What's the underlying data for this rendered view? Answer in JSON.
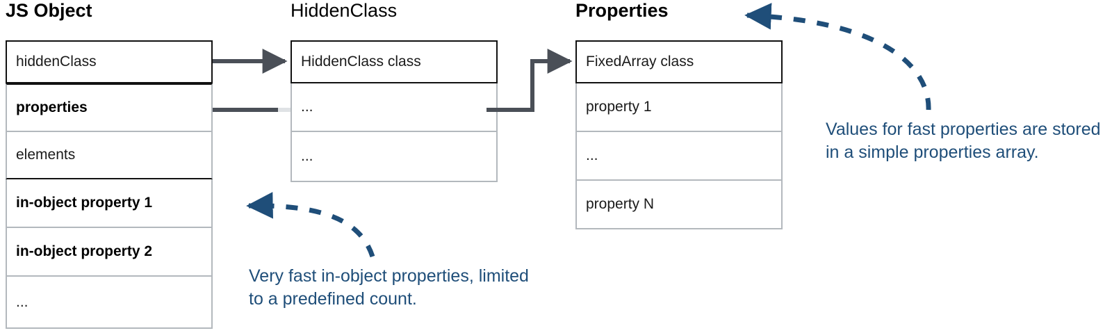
{
  "columns": {
    "js_object": {
      "title": "JS Object",
      "rows": [
        {
          "label": "hiddenClass",
          "bold": false
        },
        {
          "label": "properties",
          "bold": true
        },
        {
          "label": "elements",
          "bold": false
        },
        {
          "label": "in-object property 1",
          "bold": true
        },
        {
          "label": "in-object property 2",
          "bold": true
        },
        {
          "label": "...",
          "bold": false
        }
      ]
    },
    "hidden_class": {
      "title": "HiddenClass",
      "rows": [
        {
          "label": "HiddenClass class",
          "bold": false
        },
        {
          "label": "...",
          "bold": false
        },
        {
          "label": "...",
          "bold": false
        }
      ]
    },
    "properties": {
      "title": "Properties",
      "rows": [
        {
          "label": "FixedArray class",
          "bold": false
        },
        {
          "label": "property 1",
          "bold": false
        },
        {
          "label": "...",
          "bold": false
        },
        {
          "label": "property N",
          "bold": false
        }
      ]
    }
  },
  "annotations": {
    "right": "Values for fast properties are stored in a simple properties array.",
    "bottom": "Very fast in-object properties, limited to a predefined count."
  },
  "connectors": [
    {
      "name": "hiddenclass-pointer",
      "from": "js-object.hiddenClass",
      "to": "hiddenclass.HiddenClass class"
    },
    {
      "name": "properties-pointer",
      "from": "js-object.properties",
      "to": "properties.FixedArray class"
    },
    {
      "name": "annotation-right-callout",
      "to": "properties-title"
    },
    {
      "name": "annotation-bottom-callout",
      "to": "js-object.in-object property 1"
    }
  ],
  "colors": {
    "accent_blue": "#1f4e79",
    "arrow_gray": "#4a4f57",
    "border_dark": "#111111",
    "border_light": "#b3b8bd",
    "background": "#ffffff"
  }
}
